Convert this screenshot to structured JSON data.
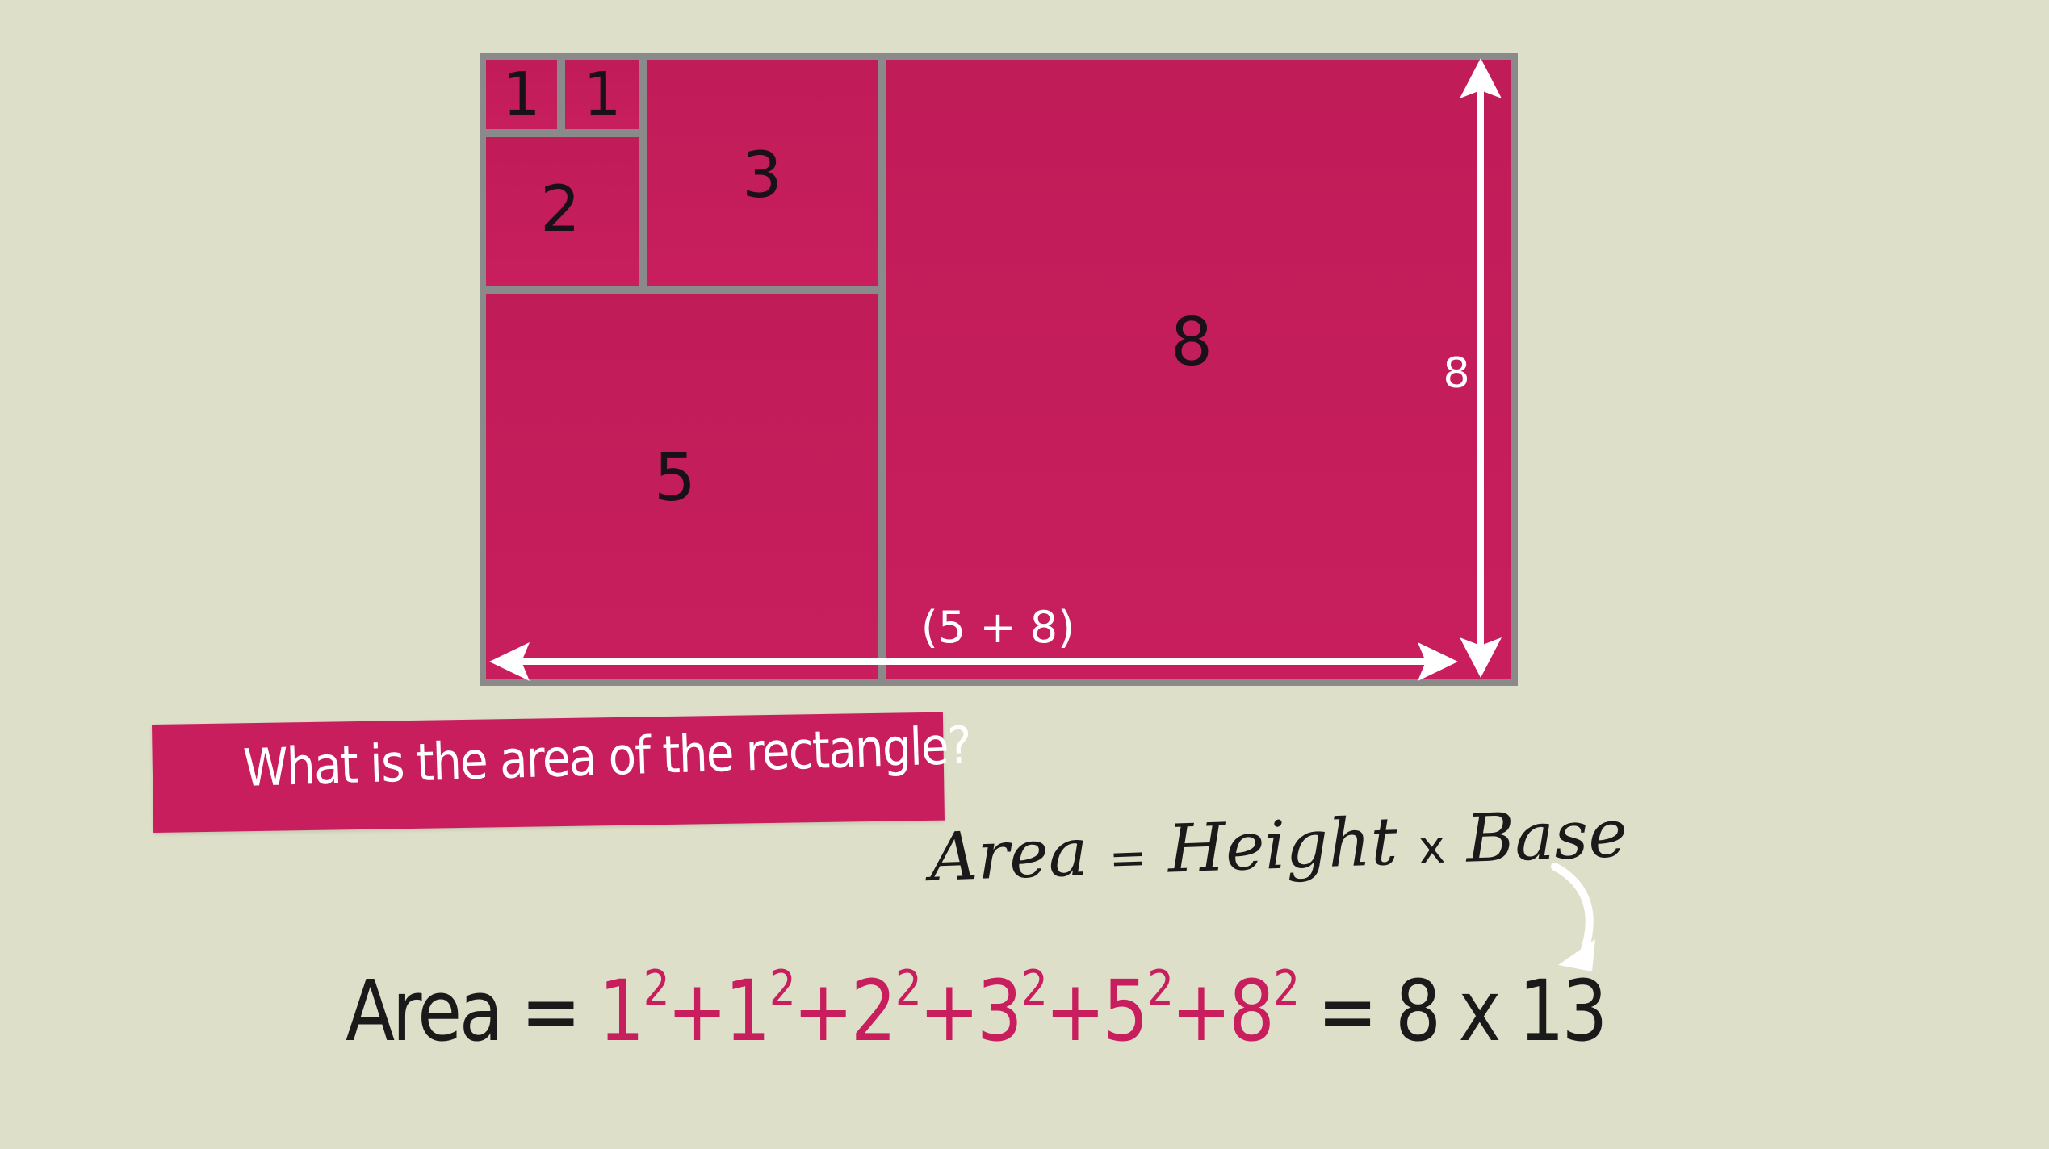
{
  "colors": {
    "background": "#dedfc8",
    "accent": "#c81e5e",
    "border": "#8a8a8a",
    "text_dark": "#1a1a1a"
  },
  "squares": [
    {
      "label": "1"
    },
    {
      "label": "1"
    },
    {
      "label": "2"
    },
    {
      "label": "3"
    },
    {
      "label": "5"
    },
    {
      "label": "8"
    }
  ],
  "dimensions": {
    "height_label": "8",
    "base_label": "(5 + 8)"
  },
  "question": "What is the area of the rectangle?",
  "formula": {
    "area": "Area",
    "equals": "=",
    "height": "Height",
    "times": "x",
    "base": "Base"
  },
  "equation": {
    "lhs": "Area =",
    "terms": [
      {
        "base": "1",
        "exp": "2"
      },
      {
        "base": "1",
        "exp": "2"
      },
      {
        "base": "2",
        "exp": "2"
      },
      {
        "base": "3",
        "exp": "2"
      },
      {
        "base": "5",
        "exp": "2"
      },
      {
        "base": "8",
        "exp": "2"
      }
    ],
    "plus": "+",
    "rhs": "= 8 x 13"
  },
  "icons": [
    "arrow-double-vertical-icon",
    "arrow-double-horizontal-icon",
    "curved-arrow-icon"
  ]
}
